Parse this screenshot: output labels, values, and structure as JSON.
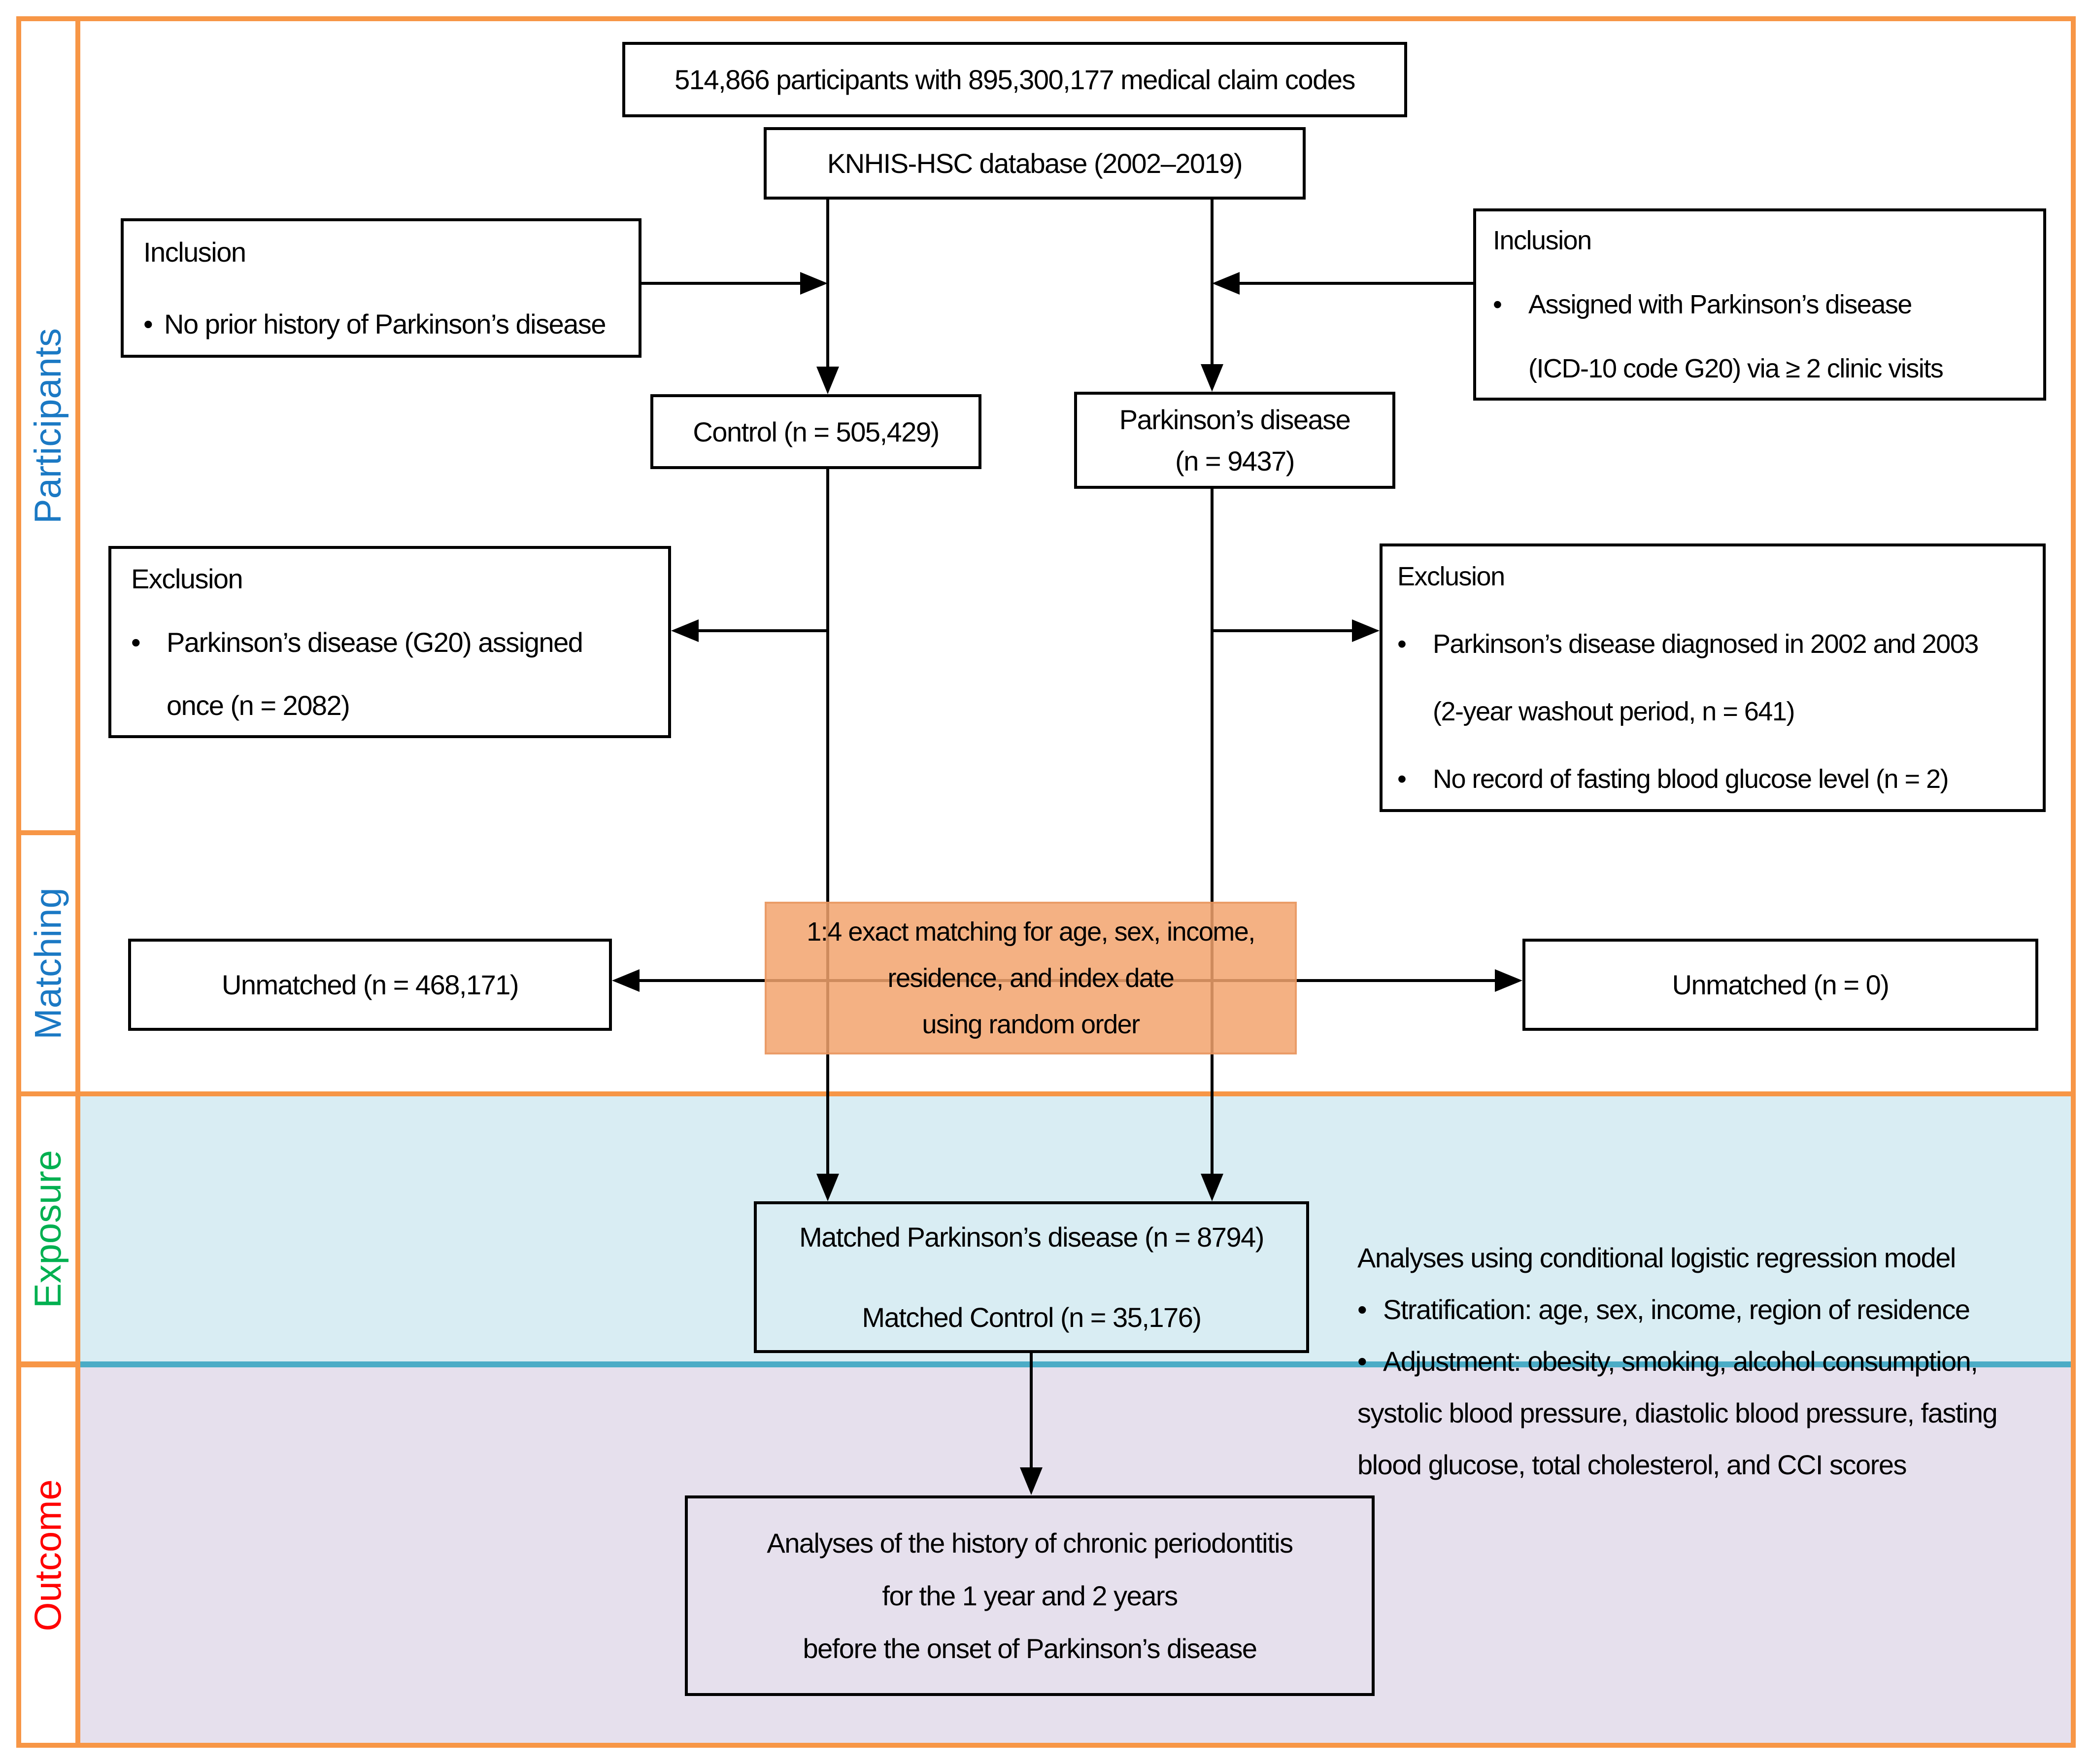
{
  "ui": {
    "bullet": "•"
  },
  "sidebar": {
    "participants": "Participants",
    "matching": "Matching",
    "exposure": "Exposure",
    "outcome": "Outcome"
  },
  "flow": {
    "claims": "514,866 participants with 895,300,177 medical claim codes",
    "database": "KNHIS-HSC database (2002–2019)",
    "inclusion_left": {
      "title": "Inclusion",
      "item": "No prior history of Parkinson’s disease"
    },
    "inclusion_right": {
      "title": "Inclusion",
      "item_line1": "Assigned with Parkinson’s disease",
      "item_line2": "(ICD-10 code G20) via ≥ 2 clinic visits"
    },
    "control": "Control (n = 505,429)",
    "parkinsons": {
      "line1": "Parkinson’s disease",
      "line2": "(n = 9437)"
    },
    "exclusion_left": {
      "title": "Exclusion",
      "item_line1": "Parkinson’s disease (G20) assigned",
      "item_line2": "once (n = 2082)"
    },
    "exclusion_right": {
      "title": "Exclusion",
      "item1_line1": "Parkinson’s disease diagnosed in 2002 and 2003",
      "item1_line2": "(2-year washout period, n = 641)",
      "item2": "No record of fasting blood glucose level (n = 2)"
    },
    "unmatched_left": "Unmatched (n = 468,171)",
    "matching_box": {
      "line1": "1:4 exact matching for age, sex, income,",
      "line2": "residence, and index date",
      "line3": "using random order"
    },
    "unmatched_right": "Unmatched (n = 0)",
    "matched": {
      "line1": "Matched Parkinson’s disease (n = 8794)",
      "line2": "Matched Control (n = 35,176)"
    },
    "outcome_box": {
      "line1": "Analyses of the history of chronic periodontitis",
      "line2": "for the 1 year and 2 years",
      "line3": "before the onset of Parkinson’s disease"
    }
  },
  "notes": {
    "analyses": {
      "line1": "Analyses using conditional logistic regression model",
      "item1": "Stratification: age, sex, income, region of residence",
      "item2": "Adjustment: obesity, smoking, alcohol consumption,",
      "cont1": "systolic blood pressure, diastolic blood pressure, fasting",
      "cont2": "blood glucose, total cholesterol, and CCI scores"
    }
  },
  "colors": {
    "frame_orange": "#F79646",
    "matching_fill": "#F4B183",
    "exposure_band": "#D9EDF3",
    "outcome_band": "#E6E0ED",
    "teal_divider": "#4BACC6",
    "label_blue": "#1B79C4",
    "label_green": "#00B050",
    "label_red": "#FF0000",
    "box_border": "#000000"
  }
}
